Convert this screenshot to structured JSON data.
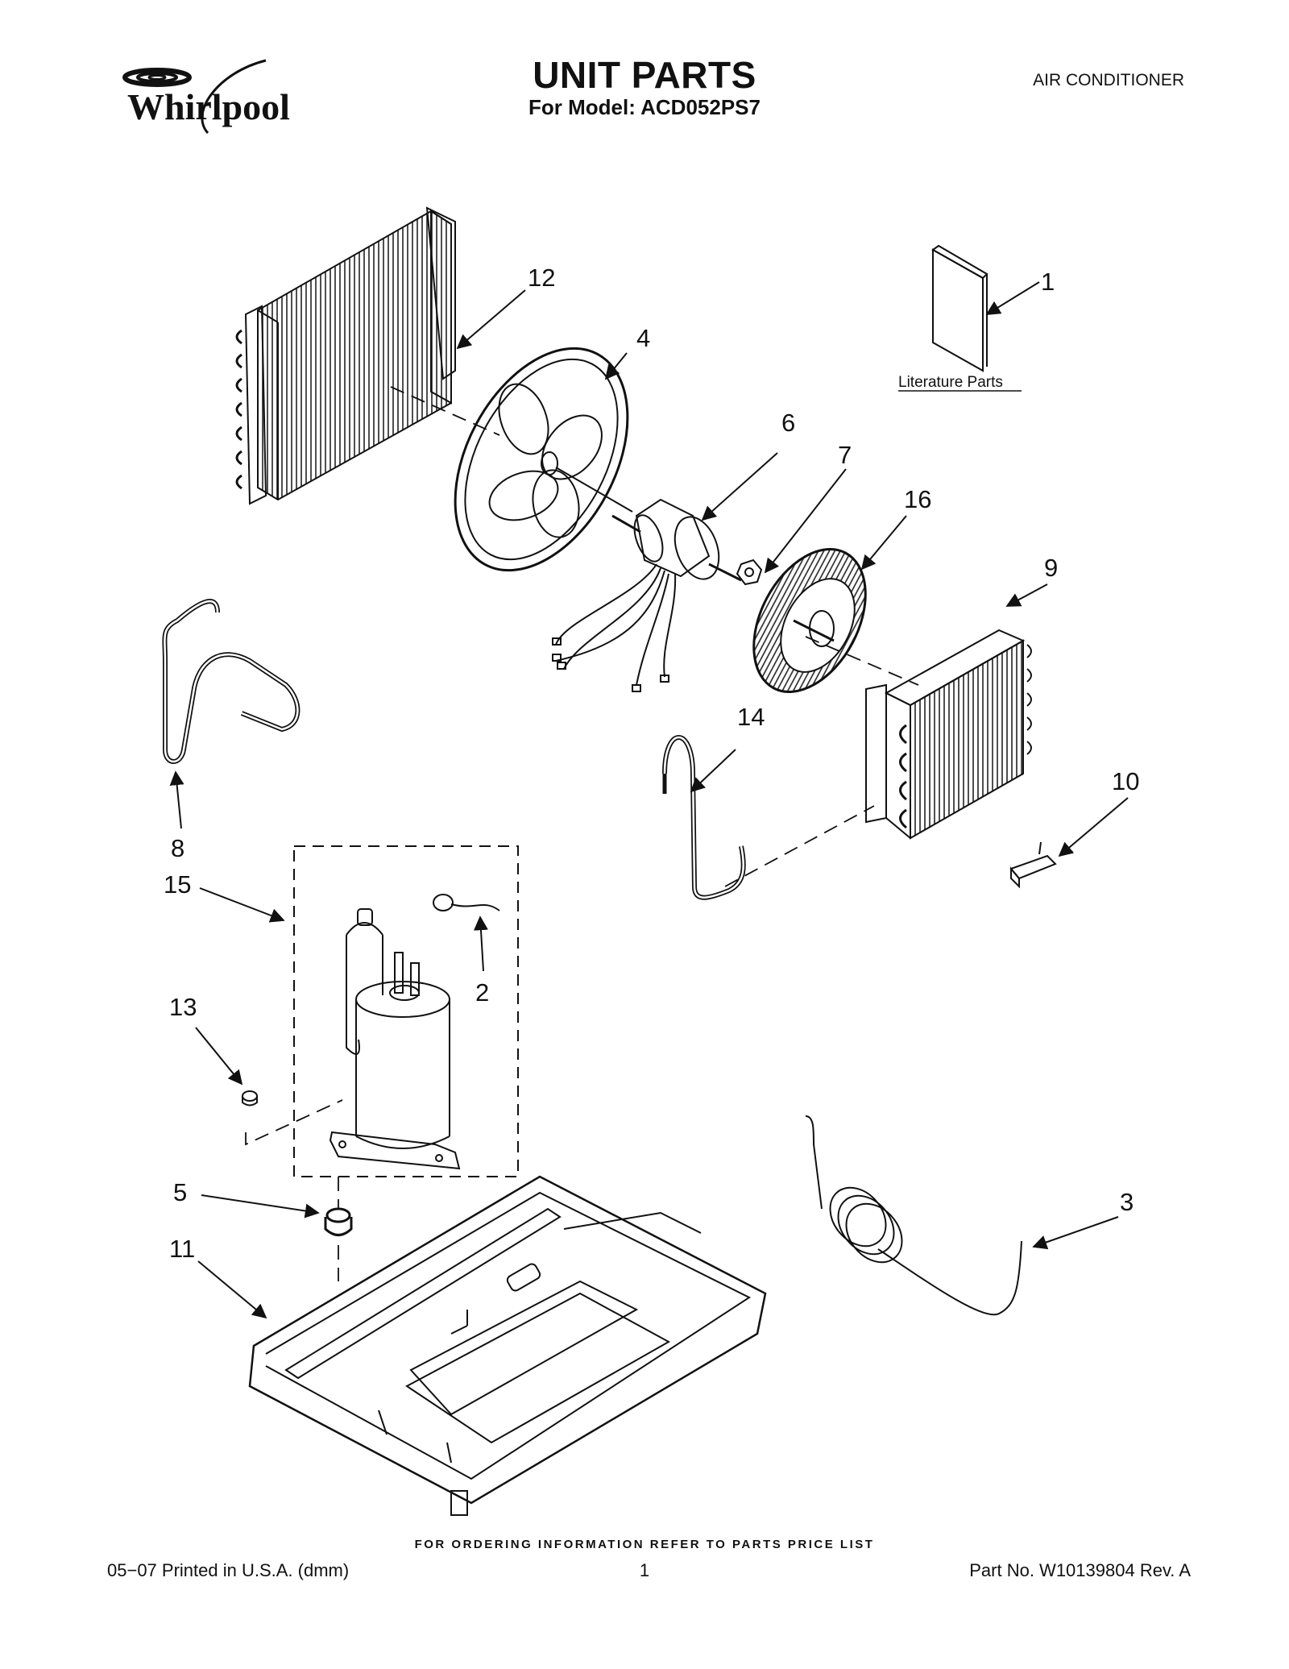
{
  "header": {
    "brand": "Whirlpool",
    "title": "UNIT PARTS",
    "subtitle": "For Model: ACD052PS7",
    "category": "AIR CONDITIONER"
  },
  "diagram": {
    "callouts": [
      "1",
      "2",
      "3",
      "4",
      "5",
      "6",
      "7",
      "8",
      "9",
      "10",
      "11",
      "12",
      "13",
      "14",
      "15",
      "16"
    ],
    "literature_label": "Literature Parts"
  },
  "footer": {
    "notice": "FOR ORDERING INFORMATION REFER TO PARTS PRICE LIST",
    "printed": "05−07 Printed in U.S.A. (dmm)",
    "page": "1",
    "part_no": "Part No. W10139804 Rev. A"
  }
}
